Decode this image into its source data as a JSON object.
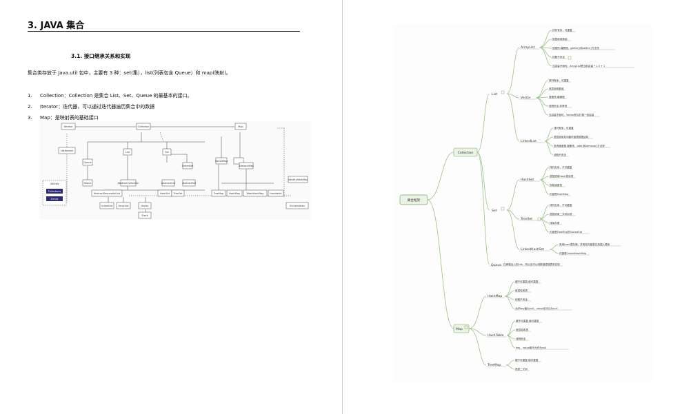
{
  "left_page": {
    "title": "3. JAVA 集合",
    "subtitle": "3.1. 接口继承关系和实现",
    "intro": "集合类存放于 Java.util 包中，主要有 3 种：set(集），list(列表包含 Queue）和 map(映射)。",
    "list": [
      {
        "num": "1.",
        "text": "Collection：Collection 是集合 List、Set、Queue 的最基本的接口。"
      },
      {
        "num": "2.",
        "text": "Iterator：迭代器，可以通过迭代器遍历集合中的数据"
      },
      {
        "num": "3.",
        "text": "Map：是映射表的基础接口"
      }
    ],
    "uml": {
      "nodes": [
        "Iterator",
        "Collection",
        "Map",
        "ListIterator",
        "List",
        "Set",
        "Queue",
        "SortedSet",
        "SortedMap",
        "AbstractCollection",
        "AbstractMap",
        "Deque",
        "AbstractList",
        "AbstractSet",
        "AbstractSequentialList",
        "HashSet",
        "TreeSet",
        "TreeMap",
        "HashMap",
        "WeakHashMap",
        "Hashtable",
        "LinkedList",
        "ArrayList",
        "Vector",
        "Stack",
        "Enumeration",
        "Utilities",
        "Collections",
        "Arrays",
        "IdentityHashMap"
      ]
    }
  },
  "mindmap": {
    "root": "集合框架",
    "collection": "Collection",
    "list": "List",
    "arraylist": "ArrayList",
    "arraylist_items": [
      "排列有序，可重复",
      "底层使用数组",
      "速度快,增删慢，getter()和setter()方法快",
      "线程不安全",
      "当容量不够时，ArrayList是当前容量 * 1.5 + 1"
    ],
    "vector": "Vector",
    "vector_items": [
      "排列有序，可重复",
      "底层使用数组",
      "速度快,增删慢",
      "线程安全,效率低",
      "当容量不够时，Vector默认扩展一倍容量"
    ],
    "linkedlist": "LinkedList",
    "linkedlist_items": [
      "排列有序，可重复",
      "底层使用双向循环链表数据结构",
      "查询速度慢,增删快，add()和remove()方法快",
      "线程不安全"
    ],
    "set": "Set",
    "hashset": "HashSet",
    "hashset_items": [
      "排列无序，不可重复",
      "底层使用Hash表实现",
      "存取速度快",
      "内部是HashMap"
    ],
    "treeset": "TreeSet",
    "treeset_items": [
      "排列无序，不可重复",
      "底层使用二叉树实现",
      "排序存储",
      "内部是TreeMap的SortedSet"
    ],
    "linkedhashset": "LinkedHashSet",
    "linkedhashset_items": [
      "采用hash表存储，并用双向链表记录插入顺序",
      "内部是LinkedHashMap"
    ],
    "queue": "Queue",
    "queue_text": "在两端出入的List，所以也可以用数组或链表来实现",
    "map": "Map",
    "hashmap": "HashMap",
    "hashmap_items": [
      "键不可重复,值可重复",
      "底层哈希表",
      "线程不安全",
      "允许key值为null，value也可以为null"
    ],
    "hashtable": "HashTable",
    "hashtable_items": [
      "键不可重复,值可重复",
      "底层哈希表",
      "线程安全",
      "key、value都不允许为null"
    ],
    "treemap": "TreeMap",
    "treemap_items": [
      "键不可重复,值可重复",
      "底层二叉树"
    ]
  }
}
